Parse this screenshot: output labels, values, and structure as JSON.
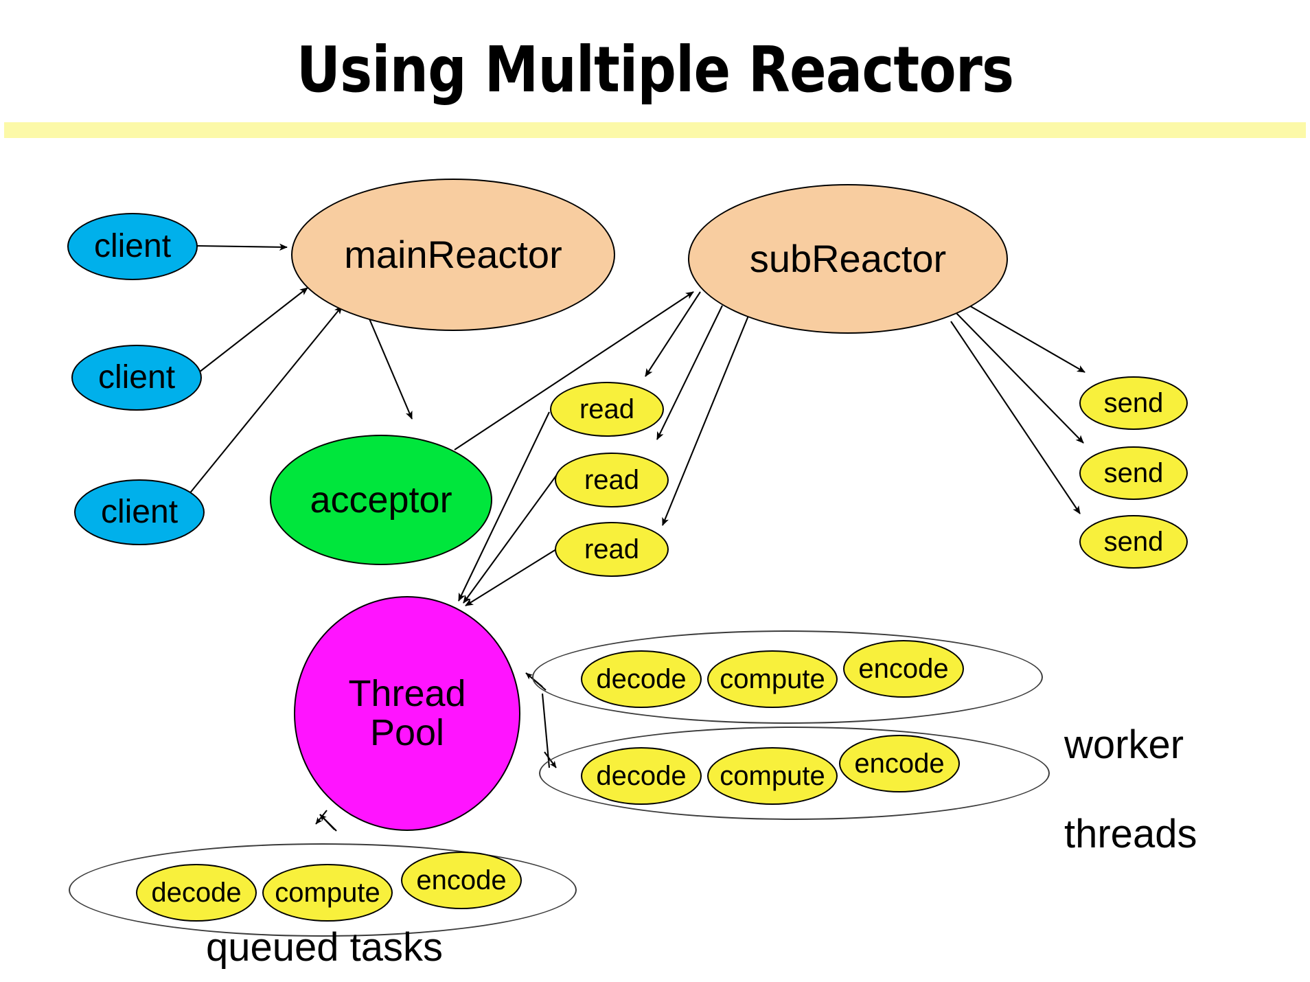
{
  "slide": {
    "title": "Using Multiple Reactors",
    "background_color": "#ffffff",
    "title_band_color": "#FCF9A8"
  },
  "colors": {
    "client": "#00B0EB",
    "reactor": "#F8CDA0",
    "acceptor": "#00E63C",
    "thread_pool": "#FF14FF",
    "task": "#F8F03C",
    "outline": "#000000",
    "group_outline": "#3b3b3b"
  },
  "nodes": {
    "clients": [
      {
        "label": "client"
      },
      {
        "label": "client"
      },
      {
        "label": "client"
      }
    ],
    "main_reactor": {
      "label": "mainReactor"
    },
    "sub_reactor": {
      "label": "subReactor"
    },
    "acceptor": {
      "label": "acceptor"
    },
    "reads": [
      {
        "label": "read"
      },
      {
        "label": "read"
      },
      {
        "label": "read"
      }
    ],
    "sends": [
      {
        "label": "send"
      },
      {
        "label": "send"
      },
      {
        "label": "send"
      }
    ],
    "thread_pool": {
      "label": "Thread\nPool",
      "line1": "Thread",
      "line2": "Pool"
    }
  },
  "worker_threads": {
    "caption": "worker\nthreads",
    "caption_line1": "worker",
    "caption_line2": "threads",
    "groups": [
      {
        "tasks": [
          {
            "label": "decode"
          },
          {
            "label": "compute"
          },
          {
            "label": "encode"
          }
        ]
      },
      {
        "tasks": [
          {
            "label": "decode"
          },
          {
            "label": "compute"
          },
          {
            "label": "encode"
          }
        ]
      }
    ]
  },
  "queued_tasks": {
    "caption": "queued tasks",
    "tasks": [
      {
        "label": "decode"
      },
      {
        "label": "compute"
      },
      {
        "label": "encode"
      }
    ]
  }
}
